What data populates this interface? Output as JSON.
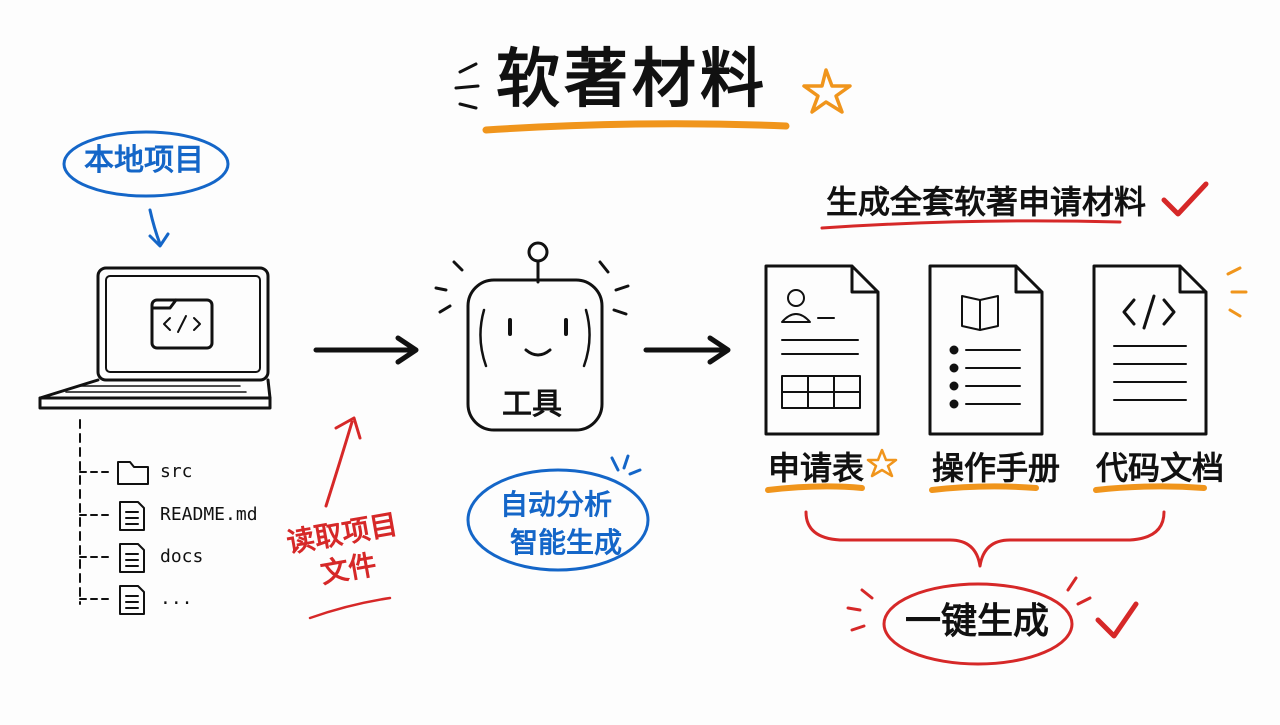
{
  "title": "软著材料",
  "source_label": "本地项目",
  "file_tree": [
    "src",
    "README.md",
    "docs",
    "..."
  ],
  "read_label": [
    "读取项目",
    "文件"
  ],
  "tool_label": "工具",
  "analysis_label": [
    "自动分析",
    "智能生成"
  ],
  "output_header": "生成全套软著申请材料",
  "documents": [
    "申请表",
    "操作手册",
    "代码文档"
  ],
  "final_label": "一键生成",
  "colors": {
    "orange": "#f0951c",
    "red": "#d62828",
    "blue": "#1466c8",
    "ink": "#111111"
  }
}
